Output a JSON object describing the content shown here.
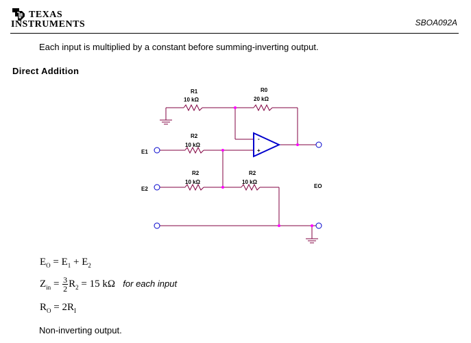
{
  "header": {
    "logo_line1": "Texas",
    "logo_line2": "Instruments",
    "doc_id": "SBOA092A"
  },
  "intro_text": "Each input is multiplied by a constant before summing-inverting output.",
  "section_title": "Direct Addition",
  "schematic": {
    "r1": {
      "name": "R1",
      "value": "10 kΩ"
    },
    "r0": {
      "name": "R0",
      "value": "20 kΩ"
    },
    "r2_top": {
      "name": "R2",
      "value": "10 kΩ"
    },
    "r2_bottom_left": {
      "name": "R2",
      "value": "10 kΩ"
    },
    "r2_bottom_right": {
      "name": "R2",
      "value": "10 kΩ"
    },
    "e1_label": "E1",
    "e2_label": "E2",
    "eo_label": "EO",
    "opamp_minus": "-",
    "opamp_plus": "+"
  },
  "equations": {
    "eq1": {
      "lhs": "E",
      "lhs_sub": "O",
      "rhs": "= E",
      "rhs_sub1": "1",
      "plus": " + E",
      "rhs_sub2": "2"
    },
    "eq2": {
      "lhs": "Z",
      "lhs_sub": "in",
      "eq": "= ",
      "num": "3",
      "den": "2",
      "r": "R",
      "r_sub": "2",
      "result": " = 15 kΩ",
      "note": "for each input"
    },
    "eq3": {
      "lhs": "R",
      "lhs_sub": "O",
      "rhs": " = 2R",
      "rhs_sub": "I"
    }
  },
  "footer_text": "Non-inverting output.",
  "colors": {
    "wire": "#800040",
    "junction": "#ff00ff",
    "opamp": "#0000cc",
    "resistor": "#800040"
  }
}
